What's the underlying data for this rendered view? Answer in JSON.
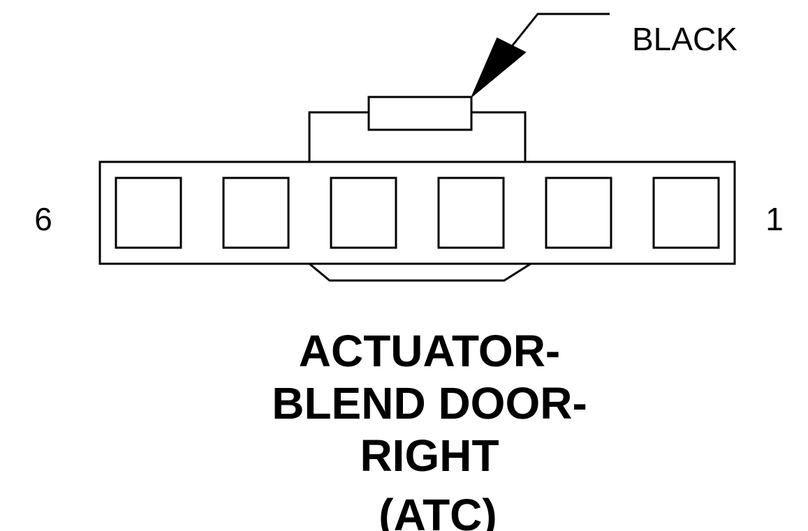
{
  "connector": {
    "color_label": "BLACK",
    "pin_left_label": "6",
    "pin_right_label": "1",
    "cavity_count": 6
  },
  "title": {
    "line1": "ACTUATOR-",
    "line2": "BLEND DOOR-",
    "line3": "RIGHT",
    "line4": "(ATC)"
  },
  "colors": {
    "stroke": "#000000",
    "background": "#ffffff"
  }
}
